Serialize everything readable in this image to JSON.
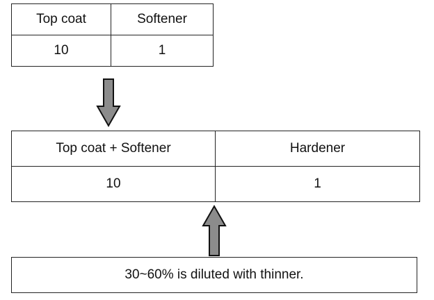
{
  "table1": {
    "headers": [
      "Top coat",
      "Softener"
    ],
    "values": [
      "10",
      "1"
    ]
  },
  "table2": {
    "headers": [
      "Top coat + Softener",
      "Hardener"
    ],
    "values": [
      "10",
      "1"
    ]
  },
  "note": "30~60% is diluted with thinner.",
  "colors": {
    "border": "#222222",
    "arrow_fill": "#8c8c8c",
    "arrow_stroke": "#111111"
  }
}
